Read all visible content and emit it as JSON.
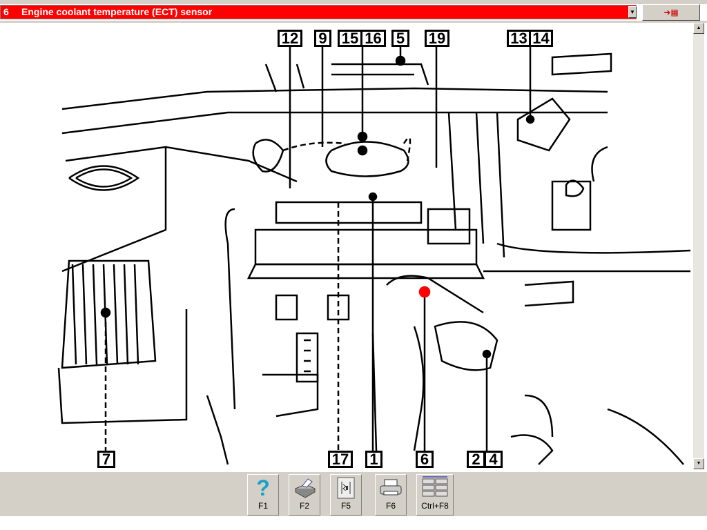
{
  "header": {
    "number": "6",
    "title": "Engine coolant temperature (ECT) sensor"
  },
  "diagram": {
    "top_labels": [
      "12",
      "9",
      "15",
      "16",
      "5",
      "19",
      "13",
      "14"
    ],
    "bottom_labels": [
      "7",
      "17",
      "1",
      "6",
      "2",
      "4"
    ],
    "highlight_color": "#ff0000"
  },
  "toolbar": [
    {
      "key": "F1",
      "icon": "help-icon"
    },
    {
      "key": "F2",
      "icon": "printer-feed-icon"
    },
    {
      "key": "F5",
      "icon": "component-icon"
    },
    {
      "key": "F6",
      "icon": "print-icon"
    },
    {
      "key": "Ctrl+F8",
      "icon": "grid-list-icon"
    }
  ]
}
